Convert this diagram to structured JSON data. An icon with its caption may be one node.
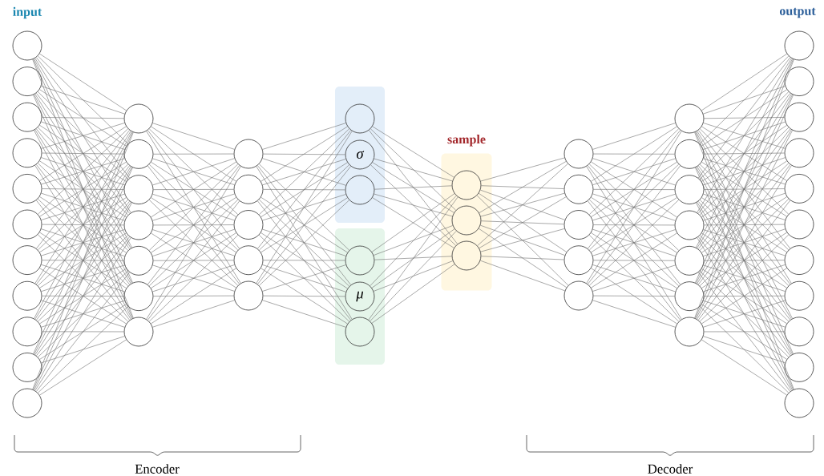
{
  "diagram": {
    "nodes": [
      {
        "text": [],
        "shape": "circle"
      },
      {
        "text": [],
        "shape": "circle"
      },
      {
        "text": [],
        "shape": "circle"
      },
      {
        "text": [],
        "shape": "circle"
      },
      {
        "text": [],
        "shape": "circle"
      },
      {
        "text": [],
        "shape": "circle"
      },
      {
        "text": [],
        "shape": "circle"
      },
      {
        "text": [],
        "shape": "circle"
      },
      {
        "text": [],
        "shape": "circle"
      },
      {
        "text": [],
        "shape": "circle"
      },
      {
        "text": [],
        "shape": "circle"
      },
      {
        "text": [],
        "shape": "circle"
      },
      {
        "text": [],
        "shape": "circle"
      },
      {
        "text": [],
        "shape": "circle"
      },
      {
        "text": [],
        "shape": "circle"
      },
      {
        "text": [],
        "shape": "circle"
      },
      {
        "text": [],
        "shape": "circle"
      },
      {
        "text": [],
        "shape": "circle"
      },
      {
        "text": [],
        "shape": "circle"
      },
      {
        "text": [],
        "shape": "circle"
      },
      {
        "text": [],
        "shape": "circle"
      },
      {
        "text": [],
        "shape": "circle"
      },
      {
        "text": [],
        "shape": "circle"
      },
      {
        "text": [],
        "shape": "box"
      },
      {
        "text": [],
        "shape": "circle",
        "in": 23
      },
      {
        "text": [
          "σ"
        ],
        "in": 23
      },
      {
        "text": [],
        "shape": "circle",
        "in": 23
      },
      {
        "text": [],
        "shape": "box"
      },
      {
        "text": [],
        "shape": "circle",
        "in": 27
      },
      {
        "text": [
          "μ"
        ],
        "in": 27
      },
      {
        "text": [],
        "shape": "circle",
        "in": 27
      },
      {
        "text": [
          "sample"
        ]
      },
      {
        "text": [],
        "shape": "circle",
        "in": 31
      },
      {
        "text": [],
        "shape": "circle",
        "in": 31
      },
      {
        "text": [],
        "shape": "circle",
        "in": 31
      },
      {
        "text": [],
        "shape": "circle"
      },
      {
        "text": [],
        "shape": "circle"
      },
      {
        "text": [],
        "shape": "circle"
      },
      {
        "text": [],
        "shape": "circle"
      },
      {
        "text": [],
        "shape": "circle"
      },
      {
        "text": [],
        "shape": "circle"
      },
      {
        "text": [],
        "shape": "circle"
      },
      {
        "text": [],
        "shape": "circle"
      },
      {
        "text": [],
        "shape": "circle"
      },
      {
        "text": [],
        "shape": "circle"
      },
      {
        "text": [],
        "shape": "circle"
      },
      {
        "text": [],
        "shape": "circle"
      },
      {
        "text": [],
        "shape": "circle"
      },
      {
        "text": [],
        "shape": "circle"
      },
      {
        "text": [],
        "shape": "circle"
      },
      {
        "text": [],
        "shape": "circle"
      },
      {
        "text": [],
        "shape": "circle"
      },
      {
        "text": [],
        "shape": "circle"
      },
      {
        "text": [],
        "shape": "circle"
      },
      {
        "text": [],
        "shape": "circle"
      },
      {
        "text": [],
        "shape": "circle"
      },
      {
        "text": [],
        "shape": "circle"
      },
      {
        "text": [],
        "shape": "circle"
      }
    ],
    "edges": [
      {
        "from": 0,
        "to": 11,
        "arrow": "none"
      },
      {
        "from": 0,
        "to": 12,
        "arrow": "none"
      },
      {
        "from": 0,
        "to": 13,
        "arrow": "none"
      },
      {
        "from": 0,
        "to": 14,
        "arrow": "none"
      },
      {
        "from": 0,
        "to": 15,
        "arrow": "none"
      },
      {
        "from": 0,
        "to": 16,
        "arrow": "none"
      },
      {
        "from": 0,
        "to": 17,
        "arrow": "none"
      },
      {
        "from": 1,
        "to": 11,
        "arrow": "none"
      },
      {
        "from": 1,
        "to": 12,
        "arrow": "none"
      },
      {
        "from": 1,
        "to": 13,
        "arrow": "none"
      },
      {
        "from": 1,
        "to": 14,
        "arrow": "none"
      },
      {
        "from": 1,
        "to": 15,
        "arrow": "none"
      },
      {
        "from": 1,
        "to": 16,
        "arrow": "none"
      },
      {
        "from": 1,
        "to": 17,
        "arrow": "none"
      },
      {
        "from": 2,
        "to": 11,
        "arrow": "none"
      },
      {
        "from": 2,
        "to": 12,
        "arrow": "none"
      },
      {
        "from": 2,
        "to": 13,
        "arrow": "none"
      },
      {
        "from": 2,
        "to": 14,
        "arrow": "none"
      },
      {
        "from": 2,
        "to": 15,
        "arrow": "none"
      },
      {
        "from": 2,
        "to": 16,
        "arrow": "none"
      },
      {
        "from": 2,
        "to": 17,
        "arrow": "none"
      },
      {
        "from": 3,
        "to": 11,
        "arrow": "none"
      },
      {
        "from": 3,
        "to": 12,
        "arrow": "none"
      },
      {
        "from": 3,
        "to": 13,
        "arrow": "none"
      },
      {
        "from": 3,
        "to": 14,
        "arrow": "none"
      },
      {
        "from": 3,
        "to": 15,
        "arrow": "none"
      },
      {
        "from": 3,
        "to": 16,
        "arrow": "none"
      },
      {
        "from": 3,
        "to": 17,
        "arrow": "none"
      },
      {
        "from": 4,
        "to": 11,
        "arrow": "none"
      },
      {
        "from": 4,
        "to": 12,
        "arrow": "none"
      },
      {
        "from": 4,
        "to": 13,
        "arrow": "none"
      },
      {
        "from": 4,
        "to": 14,
        "arrow": "none"
      },
      {
        "from": 4,
        "to": 15,
        "arrow": "none"
      },
      {
        "from": 4,
        "to": 16,
        "arrow": "none"
      },
      {
        "from": 4,
        "to": 17,
        "arrow": "none"
      },
      {
        "from": 5,
        "to": 11,
        "arrow": "none"
      },
      {
        "from": 5,
        "to": 12,
        "arrow": "none"
      },
      {
        "from": 5,
        "to": 13,
        "arrow": "none"
      },
      {
        "from": 5,
        "to": 14,
        "arrow": "none"
      },
      {
        "from": 5,
        "to": 15,
        "arrow": "none"
      },
      {
        "from": 5,
        "to": 16,
        "arrow": "none"
      },
      {
        "from": 5,
        "to": 17,
        "arrow": "none"
      },
      {
        "from": 6,
        "to": 11,
        "arrow": "none"
      },
      {
        "from": 6,
        "to": 12,
        "arrow": "none"
      },
      {
        "from": 6,
        "to": 13,
        "arrow": "none"
      },
      {
        "from": 6,
        "to": 14,
        "arrow": "none"
      },
      {
        "from": 6,
        "to": 15,
        "arrow": "none"
      },
      {
        "from": 6,
        "to": 16,
        "arrow": "none"
      },
      {
        "from": 6,
        "to": 17,
        "arrow": "none"
      },
      {
        "from": 7,
        "to": 11,
        "arrow": "none"
      },
      {
        "from": 7,
        "to": 12,
        "arrow": "none"
      },
      {
        "from": 7,
        "to": 13,
        "arrow": "none"
      },
      {
        "from": 7,
        "to": 14,
        "arrow": "none"
      },
      {
        "from": 7,
        "to": 15,
        "arrow": "none"
      },
      {
        "from": 7,
        "to": 16,
        "arrow": "none"
      },
      {
        "from": 7,
        "to": 17,
        "arrow": "none"
      },
      {
        "from": 8,
        "to": 11,
        "arrow": "none"
      },
      {
        "from": 8,
        "to": 12,
        "arrow": "none"
      },
      {
        "from": 8,
        "to": 13,
        "arrow": "none"
      },
      {
        "from": 8,
        "to": 14,
        "arrow": "none"
      },
      {
        "from": 8,
        "to": 15,
        "arrow": "none"
      },
      {
        "from": 8,
        "to": 16,
        "arrow": "none"
      },
      {
        "from": 8,
        "to": 17,
        "arrow": "none"
      },
      {
        "from": 9,
        "to": 11,
        "arrow": "none"
      },
      {
        "from": 9,
        "to": 12,
        "arrow": "none"
      },
      {
        "from": 9,
        "to": 13,
        "arrow": "none"
      },
      {
        "from": 9,
        "to": 14,
        "arrow": "none"
      },
      {
        "from": 9,
        "to": 15,
        "arrow": "none"
      },
      {
        "from": 9,
        "to": 16,
        "arrow": "none"
      },
      {
        "from": 9,
        "to": 17,
        "arrow": "none"
      },
      {
        "from": 10,
        "to": 11,
        "arrow": "none"
      },
      {
        "from": 10,
        "to": 12,
        "arrow": "none"
      },
      {
        "from": 10,
        "to": 13,
        "arrow": "none"
      },
      {
        "from": 10,
        "to": 14,
        "arrow": "none"
      },
      {
        "from": 10,
        "to": 15,
        "arrow": "none"
      },
      {
        "from": 10,
        "to": 16,
        "arrow": "none"
      },
      {
        "from": 10,
        "to": 17,
        "arrow": "none"
      },
      {
        "from": 11,
        "to": 18,
        "arrow": "none"
      },
      {
        "from": 11,
        "to": 19,
        "arrow": "none"
      },
      {
        "from": 11,
        "to": 20,
        "arrow": "none"
      },
      {
        "from": 11,
        "to": 21,
        "arrow": "none"
      },
      {
        "from": 11,
        "to": 22,
        "arrow": "none"
      },
      {
        "from": 12,
        "to": 18,
        "arrow": "none"
      },
      {
        "from": 12,
        "to": 19,
        "arrow": "none"
      },
      {
        "from": 12,
        "to": 20,
        "arrow": "none"
      },
      {
        "from": 12,
        "to": 21,
        "arrow": "none"
      },
      {
        "from": 12,
        "to": 22,
        "arrow": "none"
      },
      {
        "from": 13,
        "to": 18,
        "arrow": "none"
      },
      {
        "from": 13,
        "to": 19,
        "arrow": "none"
      },
      {
        "from": 13,
        "to": 20,
        "arrow": "none"
      },
      {
        "from": 13,
        "to": 21,
        "arrow": "none"
      },
      {
        "from": 13,
        "to": 22,
        "arrow": "none"
      },
      {
        "from": 14,
        "to": 18,
        "arrow": "none"
      },
      {
        "from": 14,
        "to": 19,
        "arrow": "none"
      },
      {
        "from": 14,
        "to": 20,
        "arrow": "none"
      },
      {
        "from": 14,
        "to": 21,
        "arrow": "none"
      },
      {
        "from": 14,
        "to": 22,
        "arrow": "none"
      },
      {
        "from": 15,
        "to": 18,
        "arrow": "none"
      },
      {
        "from": 15,
        "to": 19,
        "arrow": "none"
      },
      {
        "from": 15,
        "to": 20,
        "arrow": "none"
      },
      {
        "from": 15,
        "to": 21,
        "arrow": "none"
      },
      {
        "from": 15,
        "to": 22,
        "arrow": "none"
      },
      {
        "from": 16,
        "to": 18,
        "arrow": "none"
      },
      {
        "from": 16,
        "to": 19,
        "arrow": "none"
      },
      {
        "from": 16,
        "to": 20,
        "arrow": "none"
      },
      {
        "from": 16,
        "to": 21,
        "arrow": "none"
      },
      {
        "from": 16,
        "to": 22,
        "arrow": "none"
      },
      {
        "from": 17,
        "to": 18,
        "arrow": "none"
      },
      {
        "from": 17,
        "to": 19,
        "arrow": "none"
      },
      {
        "from": 17,
        "to": 20,
        "arrow": "none"
      },
      {
        "from": 17,
        "to": 21,
        "arrow": "none"
      },
      {
        "from": 17,
        "to": 22,
        "arrow": "none"
      },
      {
        "from": 18,
        "to": 24,
        "arrow": "none"
      },
      {
        "from": 18,
        "to": 25,
        "arrow": "none"
      },
      {
        "from": 18,
        "to": 26,
        "arrow": "none"
      },
      {
        "from": 18,
        "to": 28,
        "arrow": "none"
      },
      {
        "from": 18,
        "to": 29,
        "arrow": "none"
      },
      {
        "from": 18,
        "to": 30,
        "arrow": "none"
      },
      {
        "from": 19,
        "to": 24,
        "arrow": "none"
      },
      {
        "from": 19,
        "to": 25,
        "arrow": "none"
      },
      {
        "from": 19,
        "to": 26,
        "arrow": "none"
      },
      {
        "from": 19,
        "to": 28,
        "arrow": "none"
      },
      {
        "from": 19,
        "to": 29,
        "arrow": "none"
      },
      {
        "from": 19,
        "to": 30,
        "arrow": "none"
      },
      {
        "from": 20,
        "to": 24,
        "arrow": "none"
      },
      {
        "from": 20,
        "to": 25,
        "arrow": "none"
      },
      {
        "from": 20,
        "to": 26,
        "arrow": "none"
      },
      {
        "from": 20,
        "to": 28,
        "arrow": "none"
      },
      {
        "from": 20,
        "to": 29,
        "arrow": "none"
      },
      {
        "from": 20,
        "to": 30,
        "arrow": "none"
      },
      {
        "from": 21,
        "to": 24,
        "arrow": "none"
      },
      {
        "from": 21,
        "to": 25,
        "arrow": "none"
      },
      {
        "from": 21,
        "to": 26,
        "arrow": "none"
      },
      {
        "from": 21,
        "to": 28,
        "arrow": "none"
      },
      {
        "from": 21,
        "to": 29,
        "arrow": "none"
      },
      {
        "from": 21,
        "to": 30,
        "arrow": "none"
      },
      {
        "from": 22,
        "to": 24,
        "arrow": "none"
      },
      {
        "from": 22,
        "to": 25,
        "arrow": "none"
      },
      {
        "from": 22,
        "to": 26,
        "arrow": "none"
      },
      {
        "from": 22,
        "to": 28,
        "arrow": "none"
      },
      {
        "from": 22,
        "to": 29,
        "arrow": "none"
      },
      {
        "from": 22,
        "to": 30,
        "arrow": "none"
      },
      {
        "from": 24,
        "to": 32,
        "arrow": "none"
      },
      {
        "from": 24,
        "to": 33,
        "arrow": "none"
      },
      {
        "from": 24,
        "to": 34,
        "arrow": "none"
      },
      {
        "from": 25,
        "to": 32,
        "arrow": "none"
      },
      {
        "from": 25,
        "to": 33,
        "arrow": "none"
      },
      {
        "from": 25,
        "to": 34,
        "arrow": "none"
      },
      {
        "from": 26,
        "to": 32,
        "arrow": "none"
      },
      {
        "from": 26,
        "to": 33,
        "arrow": "none"
      },
      {
        "from": 26,
        "to": 34,
        "arrow": "none"
      },
      {
        "from": 28,
        "to": 32,
        "arrow": "none"
      },
      {
        "from": 28,
        "to": 33,
        "arrow": "none"
      },
      {
        "from": 28,
        "to": 34,
        "arrow": "none"
      },
      {
        "from": 29,
        "to": 32,
        "arrow": "none"
      },
      {
        "from": 29,
        "to": 33,
        "arrow": "none"
      },
      {
        "from": 29,
        "to": 34,
        "arrow": "none"
      },
      {
        "from": 30,
        "to": 32,
        "arrow": "none"
      },
      {
        "from": 30,
        "to": 33,
        "arrow": "none"
      },
      {
        "from": 30,
        "to": 34,
        "arrow": "none"
      },
      {
        "from": 32,
        "to": 35,
        "arrow": "none"
      },
      {
        "from": 32,
        "to": 36,
        "arrow": "none"
      },
      {
        "from": 32,
        "to": 37,
        "arrow": "none"
      },
      {
        "from": 32,
        "to": 38,
        "arrow": "none"
      },
      {
        "from": 32,
        "to": 39,
        "arrow": "none"
      },
      {
        "from": 33,
        "to": 35,
        "arrow": "none"
      },
      {
        "from": 33,
        "to": 36,
        "arrow": "none"
      },
      {
        "from": 33,
        "to": 37,
        "arrow": "none"
      },
      {
        "from": 33,
        "to": 38,
        "arrow": "none"
      },
      {
        "from": 33,
        "to": 39,
        "arrow": "none"
      },
      {
        "from": 34,
        "to": 35,
        "arrow": "none"
      },
      {
        "from": 34,
        "to": 36,
        "arrow": "none"
      },
      {
        "from": 34,
        "to": 37,
        "arrow": "none"
      },
      {
        "from": 34,
        "to": 38,
        "arrow": "none"
      },
      {
        "from": 34,
        "to": 39,
        "arrow": "none"
      },
      {
        "from": 35,
        "to": 40,
        "arrow": "none"
      },
      {
        "from": 35,
        "to": 41,
        "arrow": "none"
      },
      {
        "from": 35,
        "to": 42,
        "arrow": "none"
      },
      {
        "from": 35,
        "to": 43,
        "arrow": "none"
      },
      {
        "from": 35,
        "to": 44,
        "arrow": "none"
      },
      {
        "from": 35,
        "to": 45,
        "arrow": "none"
      },
      {
        "from": 35,
        "to": 46,
        "arrow": "none"
      },
      {
        "from": 36,
        "to": 40,
        "arrow": "none"
      },
      {
        "from": 36,
        "to": 41,
        "arrow": "none"
      },
      {
        "from": 36,
        "to": 42,
        "arrow": "none"
      },
      {
        "from": 36,
        "to": 43,
        "arrow": "none"
      },
      {
        "from": 36,
        "to": 44,
        "arrow": "none"
      },
      {
        "from": 36,
        "to": 45,
        "arrow": "none"
      },
      {
        "from": 36,
        "to": 46,
        "arrow": "none"
      },
      {
        "from": 37,
        "to": 40,
        "arrow": "none"
      },
      {
        "from": 37,
        "to": 41,
        "arrow": "none"
      },
      {
        "from": 37,
        "to": 42,
        "arrow": "none"
      },
      {
        "from": 37,
        "to": 43,
        "arrow": "none"
      },
      {
        "from": 37,
        "to": 44,
        "arrow": "none"
      },
      {
        "from": 37,
        "to": 45,
        "arrow": "none"
      },
      {
        "from": 37,
        "to": 46,
        "arrow": "none"
      },
      {
        "from": 38,
        "to": 40,
        "arrow": "none"
      },
      {
        "from": 38,
        "to": 41,
        "arrow": "none"
      },
      {
        "from": 38,
        "to": 42,
        "arrow": "none"
      },
      {
        "from": 38,
        "to": 43,
        "arrow": "none"
      },
      {
        "from": 38,
        "to": 44,
        "arrow": "none"
      },
      {
        "from": 38,
        "to": 45,
        "arrow": "none"
      },
      {
        "from": 38,
        "to": 46,
        "arrow": "none"
      },
      {
        "from": 39,
        "to": 40,
        "arrow": "none"
      },
      {
        "from": 39,
        "to": 41,
        "arrow": "none"
      },
      {
        "from": 39,
        "to": 42,
        "arrow": "none"
      },
      {
        "from": 39,
        "to": 43,
        "arrow": "none"
      },
      {
        "from": 39,
        "to": 44,
        "arrow": "none"
      },
      {
        "from": 39,
        "to": 45,
        "arrow": "none"
      },
      {
        "from": 39,
        "to": 46,
        "arrow": "none"
      },
      {
        "from": 40,
        "to": 47,
        "arrow": "none"
      },
      {
        "from": 40,
        "to": 48,
        "arrow": "none"
      },
      {
        "from": 40,
        "to": 49,
        "arrow": "none"
      },
      {
        "from": 40,
        "to": 50,
        "arrow": "none"
      },
      {
        "from": 40,
        "to": 51,
        "arrow": "none"
      },
      {
        "from": 40,
        "to": 52,
        "arrow": "none"
      },
      {
        "from": 40,
        "to": 53,
        "arrow": "none"
      },
      {
        "from": 40,
        "to": 54,
        "arrow": "none"
      },
      {
        "from": 40,
        "to": 55,
        "arrow": "none"
      },
      {
        "from": 40,
        "to": 56,
        "arrow": "none"
      },
      {
        "from": 40,
        "to": 57,
        "arrow": "none"
      },
      {
        "from": 41,
        "to": 47,
        "arrow": "none"
      },
      {
        "from": 41,
        "to": 48,
        "arrow": "none"
      },
      {
        "from": 41,
        "to": 49,
        "arrow": "none"
      },
      {
        "from": 41,
        "to": 50,
        "arrow": "none"
      },
      {
        "from": 41,
        "to": 51,
        "arrow": "none"
      },
      {
        "from": 41,
        "to": 52,
        "arrow": "none"
      },
      {
        "from": 41,
        "to": 53,
        "arrow": "none"
      },
      {
        "from": 41,
        "to": 54,
        "arrow": "none"
      },
      {
        "from": 41,
        "to": 55,
        "arrow": "none"
      },
      {
        "from": 41,
        "to": 56,
        "arrow": "none"
      },
      {
        "from": 41,
        "to": 57,
        "arrow": "none"
      },
      {
        "from": 42,
        "to": 47,
        "arrow": "none"
      },
      {
        "from": 42,
        "to": 48,
        "arrow": "none"
      },
      {
        "from": 42,
        "to": 49,
        "arrow": "none"
      },
      {
        "from": 42,
        "to": 50,
        "arrow": "none"
      },
      {
        "from": 42,
        "to": 51,
        "arrow": "none"
      },
      {
        "from": 42,
        "to": 52,
        "arrow": "none"
      },
      {
        "from": 42,
        "to": 53,
        "arrow": "none"
      },
      {
        "from": 42,
        "to": 54,
        "arrow": "none"
      },
      {
        "from": 42,
        "to": 55,
        "arrow": "none"
      },
      {
        "from": 42,
        "to": 56,
        "arrow": "none"
      },
      {
        "from": 42,
        "to": 57,
        "arrow": "none"
      },
      {
        "from": 43,
        "to": 47,
        "arrow": "none"
      },
      {
        "from": 43,
        "to": 48,
        "arrow": "none"
      },
      {
        "from": 43,
        "to": 49,
        "arrow": "none"
      },
      {
        "from": 43,
        "to": 50,
        "arrow": "none"
      },
      {
        "from": 43,
        "to": 51,
        "arrow": "none"
      },
      {
        "from": 43,
        "to": 52,
        "arrow": "none"
      },
      {
        "from": 43,
        "to": 53,
        "arrow": "none"
      },
      {
        "from": 43,
        "to": 54,
        "arrow": "none"
      },
      {
        "from": 43,
        "to": 55,
        "arrow": "none"
      },
      {
        "from": 43,
        "to": 56,
        "arrow": "none"
      },
      {
        "from": 43,
        "to": 57,
        "arrow": "none"
      },
      {
        "from": 44,
        "to": 47,
        "arrow": "none"
      },
      {
        "from": 44,
        "to": 48,
        "arrow": "none"
      },
      {
        "from": 44,
        "to": 49,
        "arrow": "none"
      },
      {
        "from": 44,
        "to": 50,
        "arrow": "none"
      },
      {
        "from": 44,
        "to": 51,
        "arrow": "none"
      },
      {
        "from": 44,
        "to": 52,
        "arrow": "none"
      },
      {
        "from": 44,
        "to": 53,
        "arrow": "none"
      },
      {
        "from": 44,
        "to": 54,
        "arrow": "none"
      },
      {
        "from": 44,
        "to": 55,
        "arrow": "none"
      },
      {
        "from": 44,
        "to": 56,
        "arrow": "none"
      },
      {
        "from": 44,
        "to": 57,
        "arrow": "none"
      },
      {
        "from": 45,
        "to": 47,
        "arrow": "none"
      },
      {
        "from": 45,
        "to": 48,
        "arrow": "none"
      },
      {
        "from": 45,
        "to": 49,
        "arrow": "none"
      },
      {
        "from": 45,
        "to": 50,
        "arrow": "none"
      },
      {
        "from": 45,
        "to": 51,
        "arrow": "none"
      },
      {
        "from": 45,
        "to": 52,
        "arrow": "none"
      },
      {
        "from": 45,
        "to": 53,
        "arrow": "none"
      },
      {
        "from": 45,
        "to": 54,
        "arrow": "none"
      },
      {
        "from": 45,
        "to": 55,
        "arrow": "none"
      },
      {
        "from": 45,
        "to": 56,
        "arrow": "none"
      },
      {
        "from": 45,
        "to": 57,
        "arrow": "none"
      },
      {
        "from": 46,
        "to": 47,
        "arrow": "none"
      },
      {
        "from": 46,
        "to": 48,
        "arrow": "none"
      },
      {
        "from": 46,
        "to": 49,
        "arrow": "none"
      },
      {
        "from": 46,
        "to": 50,
        "arrow": "none"
      },
      {
        "from": 46,
        "to": 51,
        "arrow": "none"
      },
      {
        "from": 46,
        "to": 52,
        "arrow": "none"
      },
      {
        "from": 46,
        "to": 53,
        "arrow": "none"
      },
      {
        "from": 46,
        "to": 54,
        "arrow": "none"
      },
      {
        "from": 46,
        "to": 55,
        "arrow": "none"
      },
      {
        "from": 46,
        "to": 56,
        "arrow": "none"
      },
      {
        "from": 46,
        "to": 57,
        "arrow": "none"
      }
    ],
    "labels": [
      "input",
      "output",
      "Encoder",
      "Decoder"
    ]
  }
}
